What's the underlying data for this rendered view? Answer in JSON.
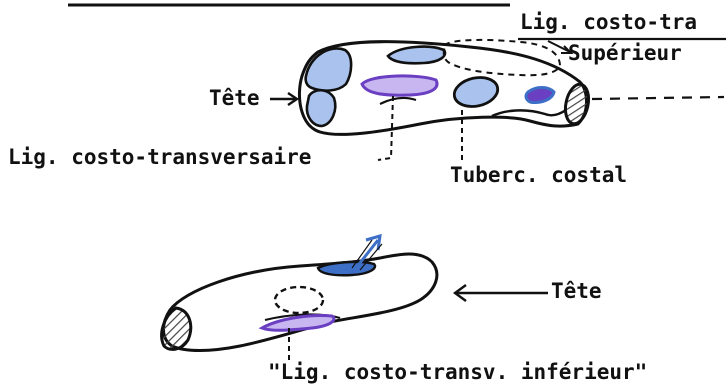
{
  "labels": {
    "top_ligament_partial": "Lig. costo-tra",
    "top_superieur": "Supérieur",
    "tete_top": "Tête",
    "costo_transversaire": "Lig. costo-transversaire",
    "tubercule": "Tuberc. costal",
    "tete_bottom": "Tête",
    "inferieur": "\"Lig. costo-transv. inférieur\""
  },
  "colors": {
    "ink": "#111111",
    "blue": "#3d6fc7",
    "blue_light": "#a9c3ee",
    "purple": "#6a3fc2",
    "purple_light": "#c7b6ef",
    "hatch": "#555555"
  }
}
